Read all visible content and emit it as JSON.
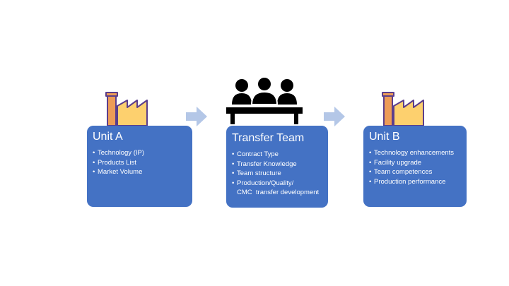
{
  "units": [
    {
      "id": "unit-a",
      "title": "Unit A",
      "items": [
        "Technology (IP)",
        "Products List",
        "Market Volume"
      ]
    },
    {
      "id": "team",
      "title": "Transfer Team",
      "items": [
        "Contract Type",
        "Transfer Knowledge",
        "Team structure",
        "Production/Quality/",
        "CMC  transfer development"
      ]
    },
    {
      "id": "unit-b",
      "title": "Unit B",
      "items": [
        "Technology enhancements",
        "Facility upgrade",
        "Team competences",
        "Production performance"
      ]
    }
  ],
  "icons": {
    "factory": "factory-icon",
    "team": "meeting-team-icon",
    "arrow": "right-arrow-icon"
  },
  "colors": {
    "box_fill": "#4472c4",
    "arrow_fill": "#b4c7e7",
    "factory_orange": "#ed9c57",
    "factory_yellow": "#fdd06e",
    "factory_outline": "#5b3e8c",
    "team_black": "#000000"
  }
}
